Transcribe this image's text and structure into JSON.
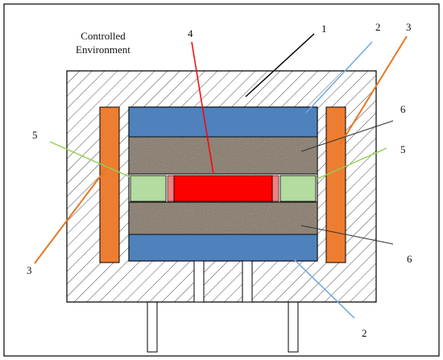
{
  "title_lines": [
    "Controlled",
    "Environment"
  ],
  "callouts": {
    "housing": "1",
    "plate_top": "2",
    "plate_bottom": "2",
    "heater_left": "3",
    "heater_right": "3",
    "specimen": "4",
    "spacer_left": "5",
    "spacer_right": "5",
    "insulation_top": "6",
    "insulation_bottom": "6"
  },
  "colors": {
    "frame": "#000000",
    "hatch": "#4a4a4a",
    "plate": "#4f81bd",
    "heater": "#ed7d31",
    "spacer": "#b4dba0",
    "specimen": "#ff0000",
    "specimen_edge": "#f08080",
    "insulation": "#a09486",
    "leader_1": "#000000",
    "leader_2": "#6fa8dc",
    "leader_3": "#e87722",
    "leader_4": "#ff0000",
    "leader_5": "#92d050",
    "leader_6": "#333333"
  }
}
